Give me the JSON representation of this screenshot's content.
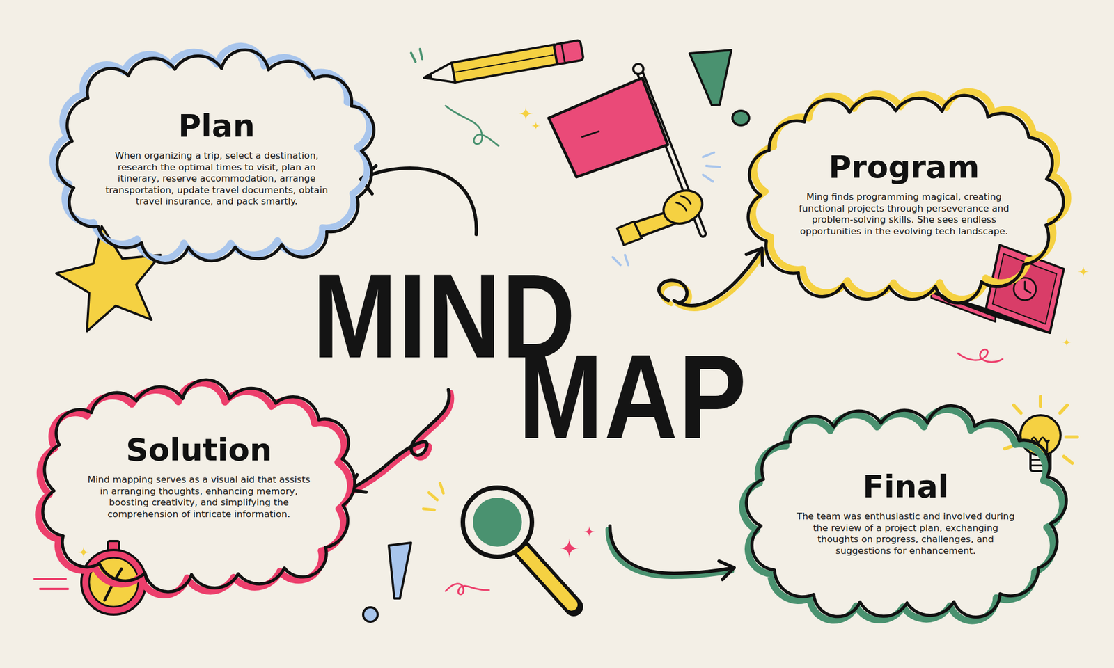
{
  "diagram": {
    "title": "MIND MAP",
    "nodes": [
      {
        "text": [
          "Plan",
          "When organizing a trip, select a destination, research the optimal times to visit, plan an itinerary, reserve accommodation, arrange transportation, update travel documents, obtain travel insurance, and pack smartly."
        ]
      },
      {
        "text": [
          "Program",
          "Ming finds programming magical, creating functional projects through perseverance and problem-solving skills. She sees endless opportunities in the evolving tech landscape."
        ]
      },
      {
        "text": [
          "Solution",
          "Mind mapping serves as a visual aid that assists in arranging thoughts, enhancing memory, boosting creativity, and simplifying the comprehension of intricate information."
        ]
      },
      {
        "text": [
          "Final",
          "The team was enthusiastic and involved during the review of a project plan, exchanging thoughts on progress, challenges, and suggestions for enhancement."
        ]
      }
    ]
  }
}
